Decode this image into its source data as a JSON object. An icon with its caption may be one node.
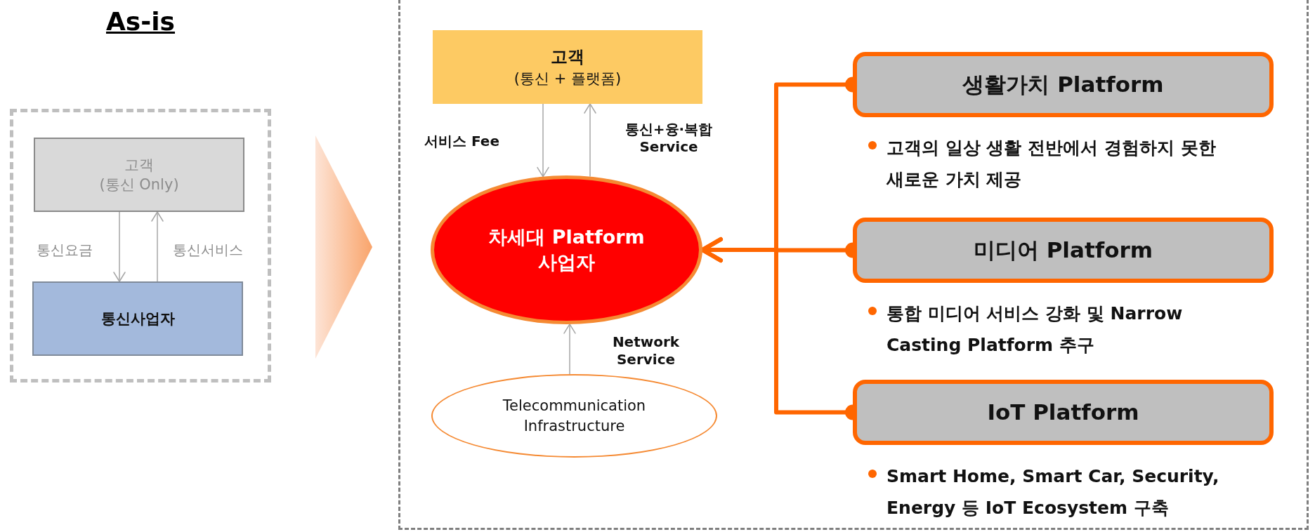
{
  "diagram": {
    "nodes": [
      {
        "text": [
          "As-is"
        ]
      },
      {
        "text": [
          "고객",
          "(통신 Only)"
        ],
        "in": 0
      },
      {
        "text": [
          "통신사업자"
        ],
        "in": 0
      },
      {
        "text": [],
        "shape": "box"
      },
      {
        "text": [
          "고객",
          "(통신 + 플랫폼)"
        ],
        "in": 3
      },
      {
        "text": [
          "차세대 Platform 사업자"
        ],
        "in": 3
      },
      {
        "text": [
          "Telecommunication Infrastructure"
        ],
        "in": 3
      },
      {
        "text": [
          "생활가치 Platform"
        ],
        "in": 3,
        "beside": [
          "고객의 일상 생활 전반에서 경험하지 못한 새로운 가치 제공"
        ]
      },
      {
        "text": [
          "미디어 Platform"
        ],
        "in": 3,
        "beside": [
          "통합 미디어 서비스 강화 및 Narrow Casting Platform 추구"
        ]
      },
      {
        "text": [
          "IoT Platform"
        ],
        "in": 3,
        "beside": [
          "Smart Home, Smart Car, Security, Energy 등 IoT Ecosystem 구축"
        ]
      }
    ],
    "edges": [
      {
        "from": 1,
        "to": 2,
        "arrow": "to",
        "label": "통신요금"
      },
      {
        "from": 2,
        "to": 1,
        "arrow": "to",
        "label": "통신서비스"
      },
      {
        "from": 4,
        "to": 5,
        "arrow": "to",
        "label": "서비스 Fee"
      },
      {
        "from": 5,
        "to": 4,
        "arrow": "to",
        "label": "통신+융·복합 Service"
      },
      {
        "from": 6,
        "to": 5,
        "arrow": "to",
        "label": "Network Service"
      },
      {
        "from": 7,
        "to": 5,
        "arrow": "to",
        "style": "thick",
        "color": "#ff6600"
      },
      {
        "from": 8,
        "to": 5,
        "arrow": "to",
        "style": "thick",
        "color": "#ff6600"
      },
      {
        "from": 9,
        "to": 5,
        "arrow": "to",
        "style": "thick",
        "color": "#ff6600"
      },
      {
        "from": 0,
        "to": 3,
        "arrow": "to",
        "style": "thick",
        "color": "#f9a46b"
      }
    ]
  }
}
